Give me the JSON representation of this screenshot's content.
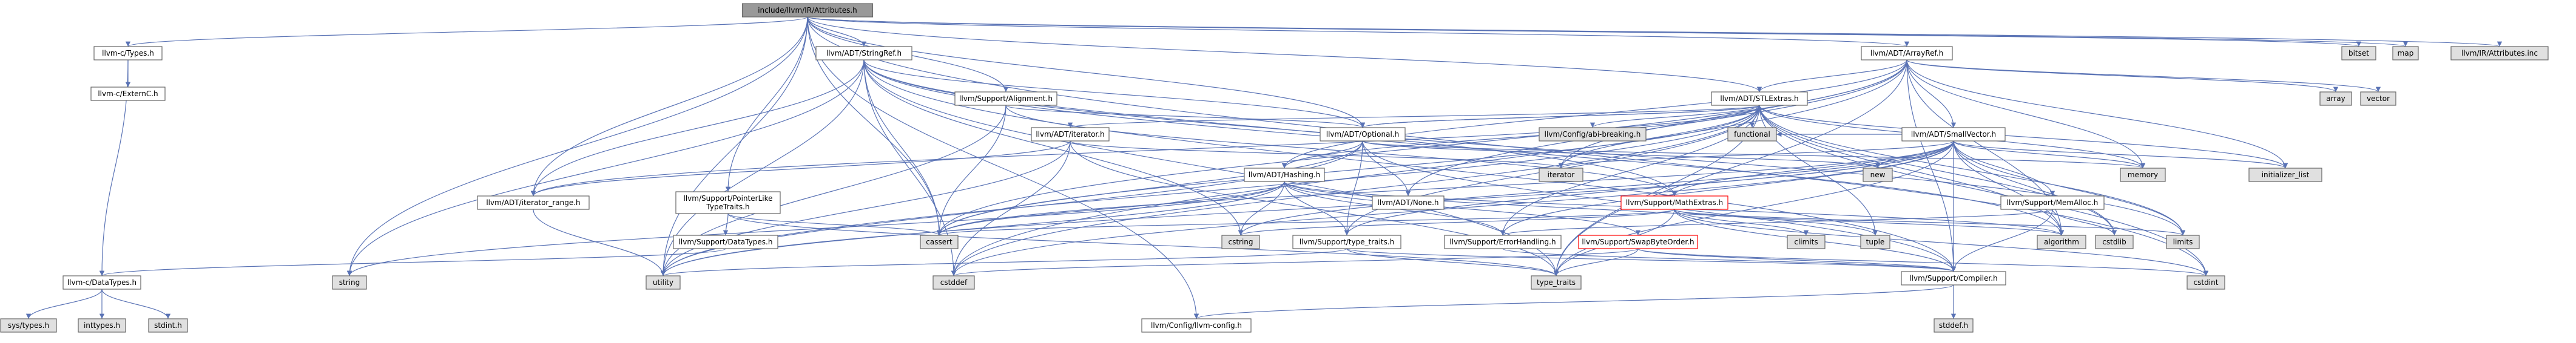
{
  "colors": {
    "edge": "#5a73b5",
    "node_border": "#666666",
    "local_fill": "#ffffff",
    "system_fill": "#e0e0e0",
    "root_fill": "#999999",
    "warning_border": "#ff0000"
  },
  "nodes": [
    {
      "id": "root",
      "label": "include/llvm/IR/Attributes.h",
      "kind": "root"
    },
    {
      "id": "ctypes",
      "label": "llvm-c/Types.h",
      "kind": "local"
    },
    {
      "id": "externc",
      "label": "llvm-c/ExternC.h",
      "kind": "local"
    },
    {
      "id": "cdatatypes",
      "label": "llvm-c/DataTypes.h",
      "kind": "local"
    },
    {
      "id": "systypes",
      "label": "sys/types.h",
      "kind": "system"
    },
    {
      "id": "inttypes",
      "label": "inttypes.h",
      "kind": "system"
    },
    {
      "id": "stdinth",
      "label": "stdint.h",
      "kind": "system"
    },
    {
      "id": "stringref",
      "label": "llvm/ADT/StringRef.h",
      "kind": "local"
    },
    {
      "id": "alignment",
      "label": "llvm/Support/Alignment.h",
      "kind": "local"
    },
    {
      "id": "pointerlike",
      "label": "llvm/Support/PointerLike\nTypeTraits.h",
      "kind": "local"
    },
    {
      "id": "iterrange",
      "label": "llvm/ADT/iterator_range.h",
      "kind": "local"
    },
    {
      "id": "iteratorh",
      "label": "llvm/ADT/iterator.h",
      "kind": "local"
    },
    {
      "id": "optional",
      "label": "llvm/ADT/Optional.h",
      "kind": "local"
    },
    {
      "id": "hashing",
      "label": "llvm/ADT/Hashing.h",
      "kind": "local"
    },
    {
      "id": "nonen",
      "label": "llvm/ADT/None.h",
      "kind": "local"
    },
    {
      "id": "supportdatatypes",
      "label": "llvm/Support/DataTypes.h",
      "kind": "local"
    },
    {
      "id": "typetraitsh",
      "label": "llvm/Support/type_traits.h",
      "kind": "local"
    },
    {
      "id": "errorhandling",
      "label": "llvm/Support/ErrorHandling.h",
      "kind": "local"
    },
    {
      "id": "mathextras",
      "label": "llvm/Support/MathExtras.h",
      "kind": "warn"
    },
    {
      "id": "swapbyte",
      "label": "llvm/Support/SwapByteOrder.h",
      "kind": "warn"
    },
    {
      "id": "compiler",
      "label": "llvm/Support/Compiler.h",
      "kind": "local"
    },
    {
      "id": "llvmconfig",
      "label": "llvm/Config/llvm-config.h",
      "kind": "local"
    },
    {
      "id": "stddefh",
      "label": "stddef.h",
      "kind": "system"
    },
    {
      "id": "arrayref",
      "label": "llvm/ADT/ArrayRef.h",
      "kind": "local"
    },
    {
      "id": "stlextras",
      "label": "llvm/ADT/STLExtras.h",
      "kind": "local"
    },
    {
      "id": "smallvector",
      "label": "llvm/ADT/SmallVector.h",
      "kind": "local"
    },
    {
      "id": "memalloc",
      "label": "llvm/Support/MemAlloc.h",
      "kind": "local"
    },
    {
      "id": "abibreaking",
      "label": "llvm/Config/abi-breaking.h",
      "kind": "system"
    },
    {
      "id": "functional",
      "label": "functional",
      "kind": "system"
    },
    {
      "id": "bitset",
      "label": "bitset",
      "kind": "system"
    },
    {
      "id": "map",
      "label": "map",
      "kind": "system"
    },
    {
      "id": "attrinc",
      "label": "llvm/IR/Attributes.inc",
      "kind": "system"
    },
    {
      "id": "array",
      "label": "array",
      "kind": "system"
    },
    {
      "id": "vector",
      "label": "vector",
      "kind": "system"
    },
    {
      "id": "initlist",
      "label": "initializer_list",
      "kind": "system"
    },
    {
      "id": "memory",
      "label": "memory",
      "kind": "system"
    },
    {
      "id": "iteratorsys",
      "label": "iterator",
      "kind": "system"
    },
    {
      "id": "newh",
      "label": "new",
      "kind": "system"
    },
    {
      "id": "cassert",
      "label": "cassert",
      "kind": "system"
    },
    {
      "id": "cstring",
      "label": "cstring",
      "kind": "system"
    },
    {
      "id": "climits",
      "label": "climits",
      "kind": "system"
    },
    {
      "id": "tuple",
      "label": "tuple",
      "kind": "system"
    },
    {
      "id": "algorithm",
      "label": "algorithm",
      "kind": "system"
    },
    {
      "id": "cstdlib",
      "label": "cstdlib",
      "kind": "system"
    },
    {
      "id": "limits",
      "label": "limits",
      "kind": "system"
    },
    {
      "id": "stringsys",
      "label": "string",
      "kind": "system"
    },
    {
      "id": "utility",
      "label": "utility",
      "kind": "system"
    },
    {
      "id": "cstddef",
      "label": "cstddef",
      "kind": "system"
    },
    {
      "id": "typetraitssys",
      "label": "type_traits",
      "kind": "system"
    },
    {
      "id": "cstdint",
      "label": "cstdint",
      "kind": "system"
    }
  ],
  "edges": [
    [
      "root",
      "ctypes"
    ],
    [
      "root",
      "stringref"
    ],
    [
      "root",
      "alignment"
    ],
    [
      "root",
      "pointerlike"
    ],
    [
      "root",
      "iterrange"
    ],
    [
      "root",
      "optional"
    ],
    [
      "root",
      "arrayref"
    ],
    [
      "root",
      "stlextras"
    ],
    [
      "root",
      "bitset"
    ],
    [
      "root",
      "map"
    ],
    [
      "root",
      "attrinc"
    ],
    [
      "root",
      "cassert"
    ],
    [
      "root",
      "stringsys"
    ],
    [
      "root",
      "utility"
    ],
    [
      "root",
      "llvmconfig"
    ],
    [
      "root",
      "cstdint"
    ],
    [
      "ctypes",
      "externc"
    ],
    [
      "ctypes",
      "cdatatypes"
    ],
    [
      "cdatatypes",
      "systypes"
    ],
    [
      "cdatatypes",
      "inttypes"
    ],
    [
      "cdatatypes",
      "stdinth"
    ],
    [
      "stringref",
      "iterrange"
    ],
    [
      "stringref",
      "compiler"
    ],
    [
      "stringref",
      "algorithm"
    ],
    [
      "stringref",
      "cassert"
    ],
    [
      "stringref",
      "cstddef"
    ],
    [
      "stringref",
      "cstring"
    ],
    [
      "stringref",
      "limits"
    ],
    [
      "stringref",
      "stringsys"
    ],
    [
      "stringref",
      "typetraitssys"
    ],
    [
      "stringref",
      "utility"
    ],
    [
      "stringref",
      "optional"
    ],
    [
      "stringref",
      "mathextras"
    ],
    [
      "alignment",
      "mathextras"
    ],
    [
      "alignment",
      "cassert"
    ],
    [
      "alignment",
      "optional"
    ],
    [
      "alignment",
      "utility"
    ],
    [
      "pointerlike",
      "supportdatatypes"
    ],
    [
      "pointerlike",
      "cassert"
    ],
    [
      "pointerlike",
      "typetraitssys"
    ],
    [
      "iterrange",
      "utility"
    ],
    [
      "iteratorh",
      "iterrange"
    ],
    [
      "iteratorh",
      "cstddef"
    ],
    [
      "iteratorh",
      "iteratorsys"
    ],
    [
      "iteratorh",
      "typetraitssys"
    ],
    [
      "iteratorh",
      "utility"
    ],
    [
      "optional",
      "hashing"
    ],
    [
      "optional",
      "nonen"
    ],
    [
      "optional",
      "stlextras"
    ],
    [
      "optional",
      "compiler"
    ],
    [
      "optional",
      "typetraitsh"
    ],
    [
      "optional",
      "cassert"
    ],
    [
      "optional",
      "newh"
    ],
    [
      "optional",
      "utility"
    ],
    [
      "optional",
      "memory"
    ],
    [
      "hashing",
      "errorhandling"
    ],
    [
      "hashing",
      "swapbyte"
    ],
    [
      "hashing",
      "typetraitsh"
    ],
    [
      "hashing",
      "algorithm"
    ],
    [
      "hashing",
      "cassert"
    ],
    [
      "hashing",
      "cstring"
    ],
    [
      "hashing",
      "stringsys"
    ],
    [
      "hashing",
      "tuple"
    ],
    [
      "hashing",
      "utility"
    ],
    [
      "supportdatatypes",
      "cdatatypes"
    ],
    [
      "typetraitsh",
      "compiler"
    ],
    [
      "typetraitsh",
      "typetraitssys"
    ],
    [
      "typetraitsh",
      "utility"
    ],
    [
      "errorhandling",
      "compiler"
    ],
    [
      "mathextras",
      "compiler"
    ],
    [
      "mathextras",
      "cassert"
    ],
    [
      "mathextras",
      "climits"
    ],
    [
      "mathextras",
      "cstring"
    ],
    [
      "mathextras",
      "limits"
    ],
    [
      "mathextras",
      "typetraitssys"
    ],
    [
      "mathextras",
      "algorithm"
    ],
    [
      "mathextras",
      "cstdint"
    ],
    [
      "swapbyte",
      "compiler"
    ],
    [
      "swapbyte",
      "cstddef"
    ],
    [
      "swapbyte",
      "cstdint"
    ],
    [
      "swapbyte",
      "typetraitssys"
    ],
    [
      "compiler",
      "llvmconfig"
    ],
    [
      "compiler",
      "stddefh"
    ],
    [
      "arrayref",
      "hashing"
    ],
    [
      "arrayref",
      "nonen"
    ],
    [
      "arrayref",
      "smallvector"
    ],
    [
      "arrayref",
      "stlextras"
    ],
    [
      "arrayref",
      "compiler"
    ],
    [
      "arrayref",
      "algorithm"
    ],
    [
      "arrayref",
      "array"
    ],
    [
      "arrayref",
      "cassert"
    ],
    [
      "arrayref",
      "cstddef"
    ],
    [
      "arrayref",
      "initlist"
    ],
    [
      "arrayref",
      "iteratorsys"
    ],
    [
      "arrayref",
      "memory"
    ],
    [
      "arrayref",
      "typetraitssys"
    ],
    [
      "arrayref",
      "vector"
    ],
    [
      "stlextras",
      "optional"
    ],
    [
      "stlextras",
      "iteratorh"
    ],
    [
      "stlextras",
      "iterrange"
    ],
    [
      "stlextras",
      "abibreaking"
    ],
    [
      "stlextras",
      "errorhandling"
    ],
    [
      "stlextras",
      "algorithm"
    ],
    [
      "stlextras",
      "cassert"
    ],
    [
      "stlextras",
      "cstddef"
    ],
    [
      "stlextras",
      "cstdint"
    ],
    [
      "stlextras",
      "cstdlib"
    ],
    [
      "stlextras",
      "functional"
    ],
    [
      "stlextras",
      "initlist"
    ],
    [
      "stlextras",
      "iteratorsys"
    ],
    [
      "stlextras",
      "limits"
    ],
    [
      "stlextras",
      "memory"
    ],
    [
      "stlextras",
      "tuple"
    ],
    [
      "stlextras",
      "typetraitssys"
    ],
    [
      "stlextras",
      "utility"
    ],
    [
      "stlextras",
      "typetraitsh"
    ],
    [
      "stlextras",
      "hashing"
    ],
    [
      "smallvector",
      "compiler"
    ],
    [
      "smallvector",
      "memalloc"
    ],
    [
      "smallvector",
      "typetraitsh"
    ],
    [
      "smallvector",
      "algorithm"
    ],
    [
      "smallvector",
      "cassert"
    ],
    [
      "smallvector",
      "cstddef"
    ],
    [
      "smallvector",
      "cstdlib"
    ],
    [
      "smallvector",
      "cstring"
    ],
    [
      "smallvector",
      "functional"
    ],
    [
      "smallvector",
      "initlist"
    ],
    [
      "smallvector",
      "iteratorsys"
    ],
    [
      "smallvector",
      "limits"
    ],
    [
      "smallvector",
      "memory"
    ],
    [
      "smallvector",
      "newh"
    ],
    [
      "smallvector",
      "typetraitssys"
    ],
    [
      "smallvector",
      "utility"
    ],
    [
      "smallvector",
      "errorhandling"
    ],
    [
      "smallvector",
      "mathextras"
    ],
    [
      "memalloc",
      "compiler"
    ],
    [
      "memalloc",
      "errorhandling"
    ],
    [
      "memalloc",
      "cstdlib"
    ]
  ]
}
